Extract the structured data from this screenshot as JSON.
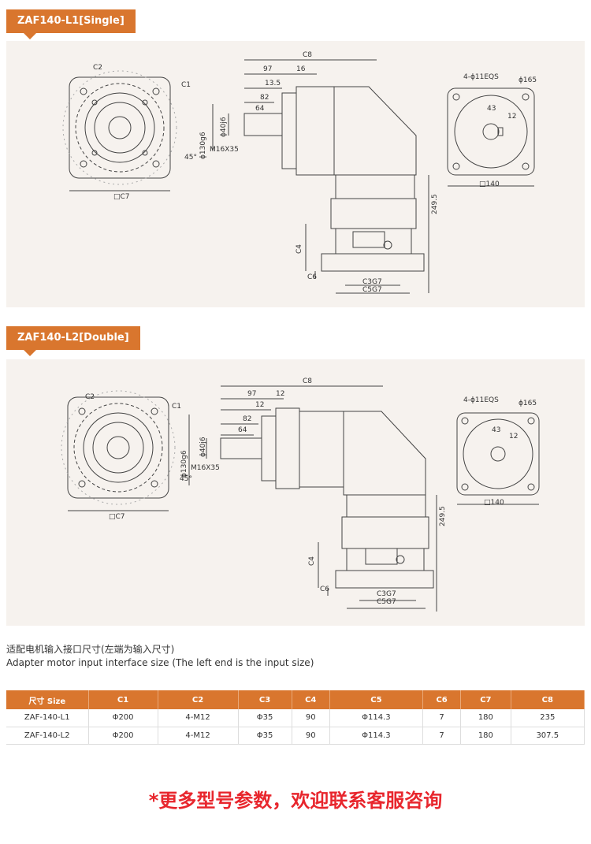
{
  "sections": [
    {
      "tag": "ZAF140-L1[Single]",
      "labels": {
        "c2": "C2",
        "c1": "C1",
        "c7": "□C7",
        "angle": "45°",
        "c8": "C8",
        "d97": "97",
        "d16": "16",
        "d13_5": "13.5",
        "d82": "82",
        "d64": "64",
        "phi130": "ϕ130g6",
        "phi40": "ϕ40j6",
        "m16": "M16X35",
        "holes": "4-ϕ11EQS",
        "phi165": "ϕ165",
        "d43": "43",
        "d12": "12",
        "sq140": "□140",
        "h249": "249.5",
        "c4": "C4",
        "c6": "C6",
        "c3": "C3G7",
        "c5": "C5G7"
      }
    },
    {
      "tag": "ZAF140-L2[Double]",
      "labels": {
        "c2": "C2",
        "c1": "C1",
        "c7": "□C7",
        "angle": "45°",
        "c8": "C8",
        "d97": "97",
        "d16": "12",
        "d13_5": "12",
        "d82": "82",
        "d64": "64",
        "phi130": "ϕ130g6",
        "phi40": "ϕ40j6",
        "m16": "M16X35",
        "holes": "4-ϕ11EQS",
        "phi165": "ϕ165",
        "d43": "43",
        "d12": "12",
        "sq140": "□140",
        "h249": "249.5",
        "c4": "C4",
        "c6": "C6",
        "c3": "C3G7",
        "c5": "C5G7"
      }
    }
  ],
  "caption_cn": "适配电机输入接口尺寸(左端为输入尺寸)",
  "caption_en": "Adapter motor input interface size (The left end is the input size)",
  "table": {
    "headers": [
      "尺寸 Size",
      "C1",
      "C2",
      "C3",
      "C4",
      "C5",
      "C6",
      "C7",
      "C8"
    ],
    "rows": [
      [
        "ZAF-140-L1",
        "Φ200",
        "4-M12",
        "Φ35",
        "90",
        "Φ114.3",
        "7",
        "180",
        "235"
      ],
      [
        "ZAF-140-L2",
        "Φ200",
        "4-M12",
        "Φ35",
        "90",
        "Φ114.3",
        "7",
        "180",
        "307.5"
      ]
    ]
  },
  "promo": "*更多型号参数，欢迎联系客服咨询",
  "colors": {
    "accent": "#d9762e",
    "panel": "#f6f2ee",
    "promo": "#e8262d"
  }
}
